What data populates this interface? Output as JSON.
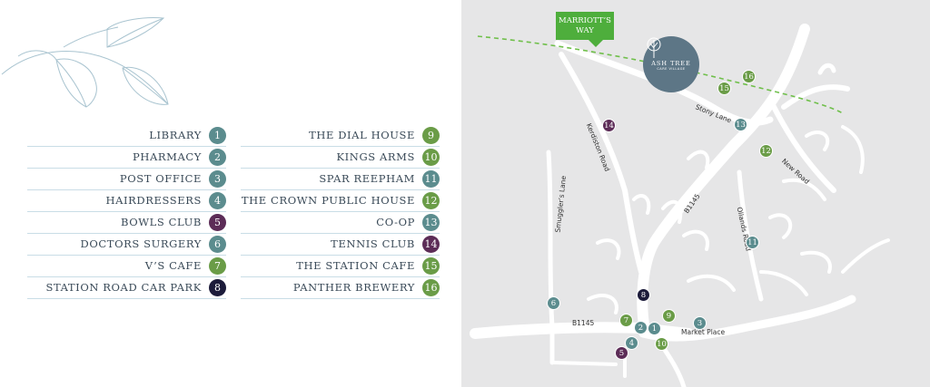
{
  "colors": {
    "teal": "#5b8c8e",
    "green": "#6a9c47",
    "purple": "#5c2c57",
    "navy": "#1c1b3a",
    "rule": "#c9dde6",
    "path": "#6fbf4a",
    "map_bg": "#e6e6e7",
    "road": "#ffffff"
  },
  "legend_left": [
    {
      "label": "LIBRARY",
      "num": "1",
      "color": "teal"
    },
    {
      "label": "PHARMACY",
      "num": "2",
      "color": "teal"
    },
    {
      "label": "POST OFFICE",
      "num": "3",
      "color": "teal"
    },
    {
      "label": "HAIRDRESSERS",
      "num": "4",
      "color": "teal"
    },
    {
      "label": "BOWLS CLUB",
      "num": "5",
      "color": "purple"
    },
    {
      "label": "DOCTORS SURGERY",
      "num": "6",
      "color": "teal"
    },
    {
      "label": "V’S CAFE",
      "num": "7",
      "color": "green"
    },
    {
      "label": "STATION ROAD CAR PARK",
      "num": "8",
      "color": "navy"
    }
  ],
  "legend_right": [
    {
      "label": "THE DIAL HOUSE",
      "num": "9",
      "color": "green"
    },
    {
      "label": "KINGS ARMS",
      "num": "10",
      "color": "green"
    },
    {
      "label": "SPAR REEPHAM",
      "num": "11",
      "color": "teal"
    },
    {
      "label": "THE CROWN PUBLIC HOUSE",
      "num": "12",
      "color": "green"
    },
    {
      "label": "CO-OP",
      "num": "13",
      "color": "teal"
    },
    {
      "label": "TENNIS CLUB",
      "num": "14",
      "color": "purple"
    },
    {
      "label": "THE STATION CAFE",
      "num": "15",
      "color": "green"
    },
    {
      "label": "PANTHER BREWERY",
      "num": "16",
      "color": "green"
    }
  ],
  "map": {
    "trail_label_line1": "MARRIOTT’S",
    "trail_label_line2": "WAY",
    "logo_line1": "ASH TREE",
    "logo_line2": "CARE VILLAGE",
    "logo_icon": "tree-icon",
    "roads": {
      "stony_lane": "Stony Lane",
      "kerdiston_road": "Kerdiston Road",
      "new_road": "New Road",
      "b1145_north": "B1145",
      "b1145_west": "B1145",
      "ollands_road": "Ollands Road",
      "smugglers_lane": "Smuggler’s Lane",
      "market_place": "Market Place"
    },
    "markers": [
      {
        "num": "1",
        "color": "teal"
      },
      {
        "num": "2",
        "color": "teal"
      },
      {
        "num": "3",
        "color": "teal"
      },
      {
        "num": "4",
        "color": "teal"
      },
      {
        "num": "5",
        "color": "purple"
      },
      {
        "num": "6",
        "color": "teal"
      },
      {
        "num": "7",
        "color": "green"
      },
      {
        "num": "8",
        "color": "navy"
      },
      {
        "num": "9",
        "color": "green"
      },
      {
        "num": "10",
        "color": "green"
      },
      {
        "num": "11",
        "color": "teal"
      },
      {
        "num": "12",
        "color": "green"
      },
      {
        "num": "13",
        "color": "teal"
      },
      {
        "num": "14",
        "color": "purple"
      },
      {
        "num": "15",
        "color": "green"
      },
      {
        "num": "16",
        "color": "green"
      }
    ]
  }
}
